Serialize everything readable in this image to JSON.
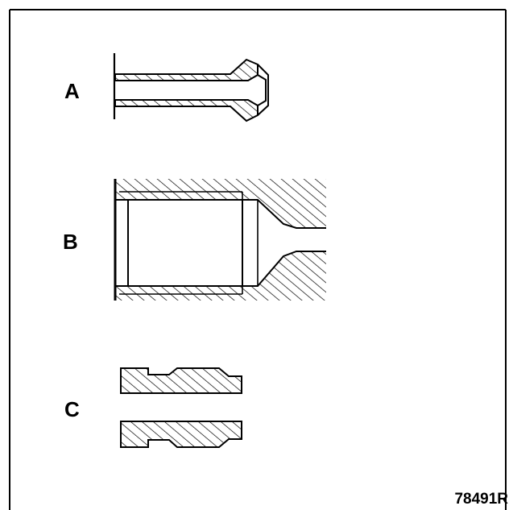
{
  "figure": {
    "labels": {
      "a": "A",
      "b": "B",
      "c": "C"
    },
    "reference_code": "78491R"
  },
  "colors": {
    "ink": "#000000",
    "paper": "#ffffff"
  }
}
